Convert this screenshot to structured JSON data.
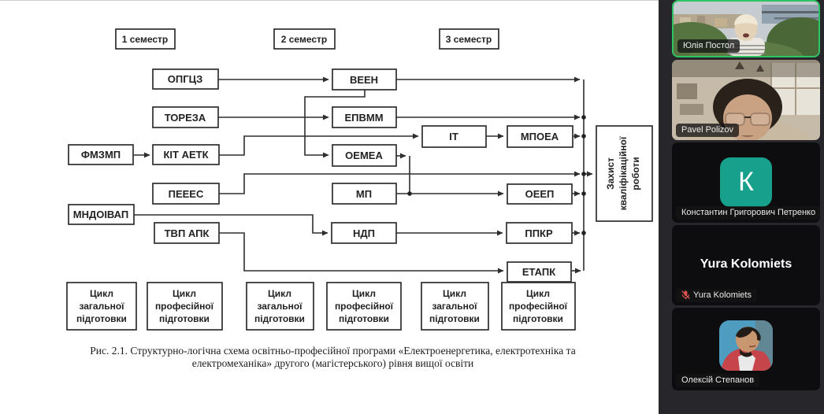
{
  "diagram": {
    "sem1": "1 семестр",
    "sem2": "2 семестр",
    "sem3": "3 семестр",
    "opgcz": "ОПГЦЗ",
    "toreza": "ТОРЕЗА",
    "fmzmp": "ФМЗМП",
    "kit_aetk": "КІТ АЕТК",
    "peees": "ПЕЕЕС",
    "mndoivap": "МНДОІВАП",
    "tvp_apk": "ТВП АПК",
    "veen": "ВЕЕН",
    "epvmm": "ЕПВММ",
    "oemea": "ОЕМЕА",
    "mp": "МП",
    "ndp": "НДП",
    "it": "ІТ",
    "mpoea": "МПОЕА",
    "oeep": "ОЕЕП",
    "ppkr": "ППКР",
    "etapk": "ЕТАПК",
    "defense_l1": "Захист",
    "defense_l2": "кваліфікаційної",
    "defense_l3": "роботи",
    "cycle_word": "Цикл",
    "cycle_general": "загальної",
    "cycle_prof": "професійної",
    "cycle_training": "підготовки",
    "caption": "Рис. 2.1. Структурно-логічна схема освітньо-професійної програми «Електроенергетика, електротехніка та електромеханіка» другого (магістерського) рівня вищої освіти"
  },
  "meeting": {
    "participants": [
      {
        "name": "Юлія Постол",
        "type": "video",
        "speaking": true
      },
      {
        "name": "Pavel Polizov",
        "type": "video",
        "speaking": false
      },
      {
        "name": "Константин Григорович Петренко",
        "type": "letter-avatar",
        "initial": "К",
        "speaking": false
      },
      {
        "name": "Yura Kolomiets",
        "type": "name-only",
        "muted": true,
        "speaking": false
      },
      {
        "name": "Олексій Степанов",
        "type": "photo-avatar",
        "speaking": false
      }
    ],
    "colors": {
      "speaking_border": "#2fc463",
      "letter_avatar_bg": "#17a08c",
      "muted_mic": "#d9534f",
      "panel_bg": "#27272b"
    }
  }
}
